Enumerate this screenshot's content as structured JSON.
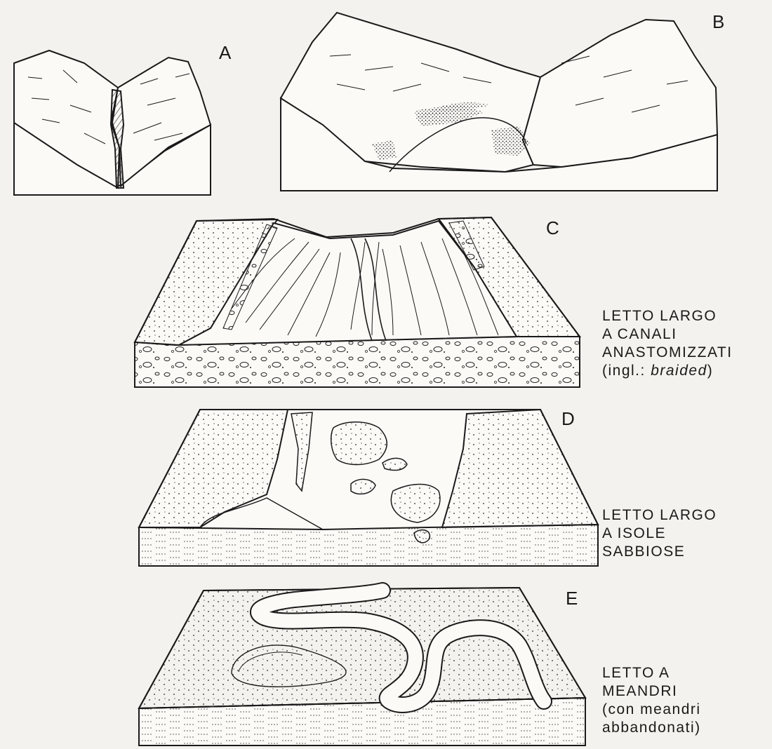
{
  "panels": {
    "A": {
      "letter": "A"
    },
    "B": {
      "letter": "B"
    },
    "C": {
      "letter": "C",
      "caption_lines": [
        "LETTO LARGO",
        "A CANALI",
        "ANASTOMIZZATI"
      ],
      "caption_note_prefix": "(ingl.: ",
      "caption_note_italic": "braided",
      "caption_note_suffix": ")"
    },
    "D": {
      "letter": "D",
      "caption_lines": [
        "LETTO LARGO",
        "A ISOLE",
        "SABBIOSE"
      ]
    },
    "E": {
      "letter": "E",
      "caption_lines": [
        "LETTO A",
        "MEANDRI",
        "(con meandri",
        "abbandonati)"
      ]
    }
  },
  "colors": {
    "ink": "#1a1a1a",
    "paper": "#f4f2ee",
    "sand": "#fbfaf7"
  }
}
